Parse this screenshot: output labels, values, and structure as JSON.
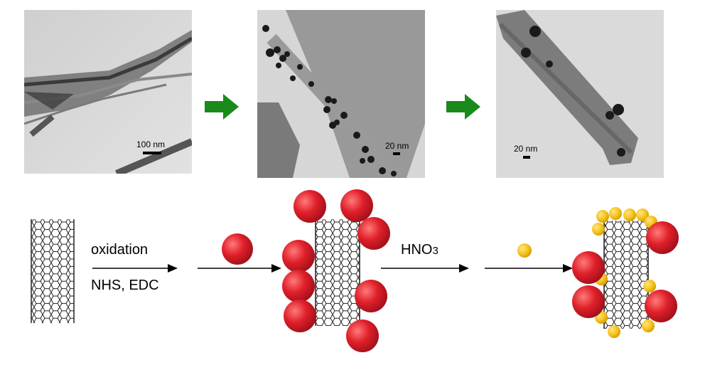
{
  "tem_images": [
    {
      "scale_label": "100 nm"
    },
    {
      "scale_label": "20 nm"
    },
    {
      "scale_label": "20 nm"
    }
  ],
  "steps": {
    "step1_above": "oxidation",
    "step1_below": "NHS, EDC",
    "step2_above": "HNO",
    "step2_subscript": "3"
  },
  "colors": {
    "progress_arrow": "#1a8a1a",
    "nanoparticle_red": "#e0202a",
    "nanoparticle_gold": "#f5c21b",
    "nanotube": "#222222"
  },
  "icons": {
    "progress_arrow": "right-arrow-icon"
  }
}
